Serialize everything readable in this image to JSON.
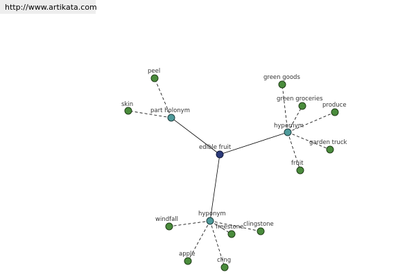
{
  "watermark": {
    "url": "http://www.artikata.com"
  },
  "graph": {
    "center": "edible fruit",
    "relations": {
      "part_holonym": "part holonym",
      "hypernym": "hypernym",
      "hyponym": "hyponym"
    },
    "part_holonym_terms": [
      "peel",
      "skin"
    ],
    "hypernym_terms": [
      "green goods",
      "green groceries",
      "produce",
      "garden truck",
      "fruit"
    ],
    "hyponym_terms": [
      "windfall",
      "freestone",
      "clingstone",
      "apple",
      "cling"
    ],
    "colors": {
      "leaf": "#4a8c3c",
      "relation": "#4e9a9a",
      "center": "#2b3a7a",
      "background": "#ffffff",
      "url_bar": "#eeeeee"
    }
  }
}
